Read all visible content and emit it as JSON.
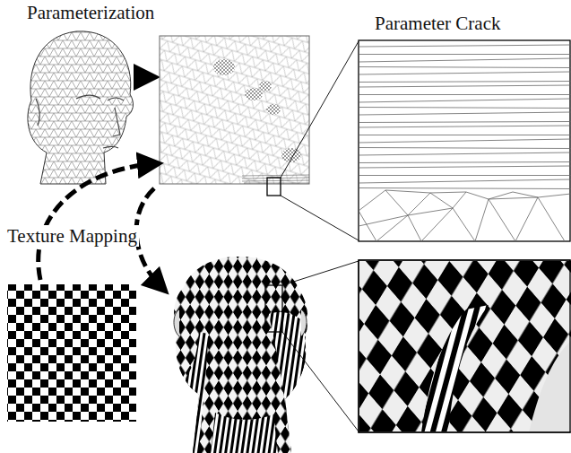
{
  "diagram": {
    "labels": [
      "Parameterization",
      "Parameter Crack",
      "Texture Mapping"
    ]
  }
}
